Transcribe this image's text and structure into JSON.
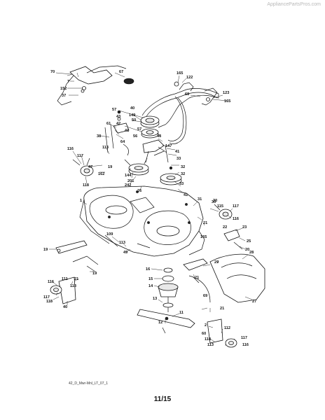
{
  "watermark": "AppliancePartsPros.com",
  "drawing_code": "42_D_Mwr-Mnl_LT_07_1",
  "page_number": "11/15",
  "callouts": [
    {
      "id": "c1",
      "text": "70"
    },
    {
      "id": "c2",
      "text": "67"
    },
    {
      "id": "c3",
      "text": "7"
    },
    {
      "id": "c4",
      "text": "152"
    },
    {
      "id": "c5",
      "text": "37"
    },
    {
      "id": "c6",
      "text": "165"
    },
    {
      "id": "c7",
      "text": "122"
    },
    {
      "id": "c8",
      "text": "68"
    },
    {
      "id": "c9",
      "text": "123"
    },
    {
      "id": "c10",
      "text": "165"
    },
    {
      "id": "c11",
      "text": "57"
    },
    {
      "id": "c12",
      "text": "149"
    },
    {
      "id": "c13",
      "text": "50"
    },
    {
      "id": "c14",
      "text": "40"
    },
    {
      "id": "c15",
      "text": "61"
    },
    {
      "id": "c16",
      "text": "38"
    },
    {
      "id": "c17",
      "text": "43"
    },
    {
      "id": "c18",
      "text": "42"
    },
    {
      "id": "c19",
      "text": "41"
    },
    {
      "id": "c20",
      "text": "57"
    },
    {
      "id": "c21",
      "text": "56"
    },
    {
      "id": "c22",
      "text": "46"
    },
    {
      "id": "c23",
      "text": "64"
    },
    {
      "id": "c24",
      "text": "147"
    },
    {
      "id": "c25",
      "text": "41"
    },
    {
      "id": "c26",
      "text": "33"
    },
    {
      "id": "c27",
      "text": "32"
    },
    {
      "id": "c28",
      "text": "116"
    },
    {
      "id": "c29",
      "text": "117"
    },
    {
      "id": "c30",
      "text": "113"
    },
    {
      "id": "c31",
      "text": "47"
    },
    {
      "id": "c32",
      "text": "162"
    },
    {
      "id": "c33",
      "text": "19"
    },
    {
      "id": "c34",
      "text": "118"
    },
    {
      "id": "c35",
      "text": "144"
    },
    {
      "id": "c36",
      "text": "201"
    },
    {
      "id": "c37",
      "text": "242"
    },
    {
      "id": "c38",
      "text": "26"
    },
    {
      "id": "c39",
      "text": "33"
    },
    {
      "id": "c40",
      "text": "32"
    },
    {
      "id": "c41",
      "text": "41"
    },
    {
      "id": "c42",
      "text": "1"
    },
    {
      "id": "c43",
      "text": "31"
    },
    {
      "id": "c44",
      "text": "30"
    },
    {
      "id": "c45",
      "text": "115"
    },
    {
      "id": "c46",
      "text": "117"
    },
    {
      "id": "c47",
      "text": "116"
    },
    {
      "id": "c48",
      "text": "21"
    },
    {
      "id": "c49",
      "text": "22"
    },
    {
      "id": "c50",
      "text": "23"
    },
    {
      "id": "c51",
      "text": "25"
    },
    {
      "id": "c52",
      "text": "20"
    },
    {
      "id": "c53",
      "text": "29"
    },
    {
      "id": "c54",
      "text": "165"
    },
    {
      "id": "c55",
      "text": "109"
    },
    {
      "id": "c56",
      "text": "113"
    },
    {
      "id": "c57",
      "text": "49"
    },
    {
      "id": "c58",
      "text": "19"
    },
    {
      "id": "c59",
      "text": "16"
    },
    {
      "id": "c60",
      "text": "15"
    },
    {
      "id": "c61",
      "text": "14"
    },
    {
      "id": "c62",
      "text": "13"
    },
    {
      "id": "c63",
      "text": "69"
    },
    {
      "id": "c64",
      "text": "111"
    },
    {
      "id": "c65",
      "text": "113"
    },
    {
      "id": "c66",
      "text": "116"
    },
    {
      "id": "c67",
      "text": "117"
    },
    {
      "id": "c68",
      "text": "118"
    },
    {
      "id": "c69",
      "text": "40"
    },
    {
      "id": "c70",
      "text": "11"
    },
    {
      "id": "c71",
      "text": "12"
    },
    {
      "id": "c72",
      "text": "21"
    },
    {
      "id": "c73",
      "text": "2"
    },
    {
      "id": "c74",
      "text": "112"
    },
    {
      "id": "c75",
      "text": "60"
    },
    {
      "id": "c76",
      "text": "118"
    },
    {
      "id": "c77",
      "text": "113"
    },
    {
      "id": "c78",
      "text": "117"
    },
    {
      "id": "c79",
      "text": "116"
    },
    {
      "id": "c80",
      "text": "19"
    },
    {
      "id": "c81",
      "text": "27"
    },
    {
      "id": "c82",
      "text": "28"
    },
    {
      "id": "c83",
      "text": "21"
    },
    {
      "id": "c84",
      "text": "21"
    },
    {
      "id": "c85",
      "text": "30"
    }
  ]
}
